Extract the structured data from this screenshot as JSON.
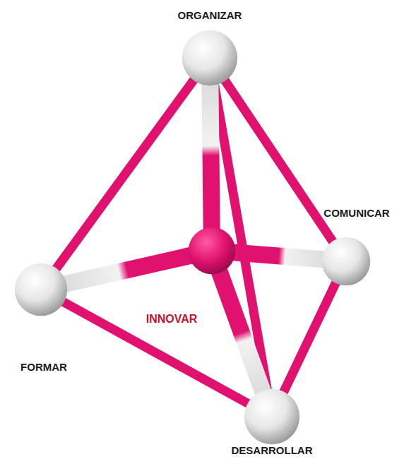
{
  "diagram": {
    "nodes": [
      {
        "text": [
          "ORGANIZAR"
        ]
      },
      {
        "text": [
          "COMUNICAR"
        ]
      },
      {
        "text": [
          "FORMAR"
        ]
      },
      {
        "text": [
          "INNOVAR"
        ]
      },
      {
        "text": [
          "DESARROLLAR"
        ]
      }
    ],
    "edges": [
      {
        "from": 0,
        "to": 2,
        "arrow": "none"
      },
      {
        "from": 0,
        "to": 1,
        "arrow": "none"
      },
      {
        "from": 0,
        "to": 4,
        "arrow": "none"
      },
      {
        "from": 2,
        "to": 4,
        "arrow": "none"
      },
      {
        "from": 1,
        "to": 4,
        "arrow": "none"
      },
      {
        "from": 3,
        "to": 0,
        "arrow": "none"
      },
      {
        "from": 3,
        "to": 1,
        "arrow": "none"
      },
      {
        "from": 3,
        "to": 2,
        "arrow": "none"
      },
      {
        "from": 3,
        "to": 4,
        "arrow": "none"
      }
    ]
  }
}
